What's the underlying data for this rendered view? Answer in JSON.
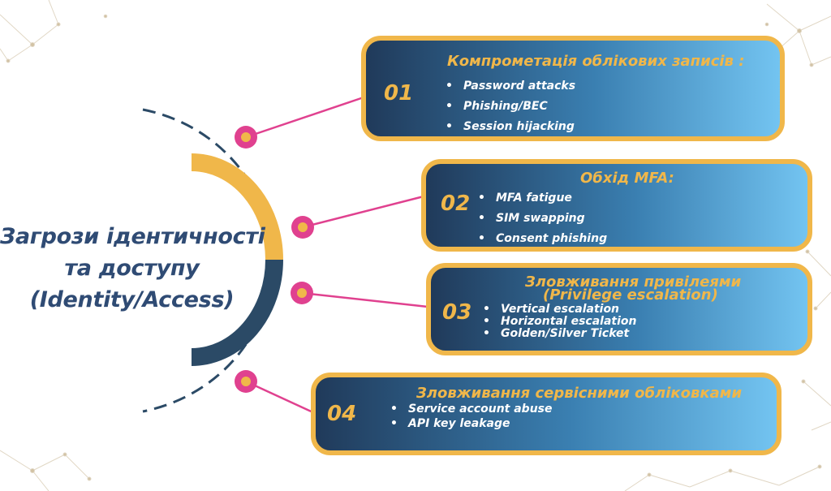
{
  "title": {
    "lines": [
      "Загрози ідентичності",
      "та доступу",
      "(Identity/Access)"
    ]
  },
  "cards": [
    {
      "number": "01",
      "title": "Компрометація облікових записів :",
      "items": [
        "Password attacks",
        "Phishing/BEC",
        "Session hijacking"
      ]
    },
    {
      "number": "02",
      "title": "Обхід MFA:",
      "items": [
        "MFA fatigue",
        "SIM swapping",
        "Consent phishing"
      ]
    },
    {
      "number": "03",
      "title_lines": [
        "Зловживання привілеями",
        "(Privilege escalation)"
      ],
      "items": [
        "Vertical escalation",
        "Horizontal escalation",
        "Golden/Silver Ticket"
      ]
    },
    {
      "number": "04",
      "title": "Зловживання сервісними обліковками",
      "items": [
        "Service account abuse",
        "API key leakage"
      ]
    }
  ],
  "colors": {
    "accent": "#f0b74a",
    "title_text": "#2f4b74",
    "arc_dark": "#2b4a66",
    "connector": "#e0418f",
    "card_gradient_start": "#203a5a",
    "card_gradient_end": "#73c4f1"
  }
}
